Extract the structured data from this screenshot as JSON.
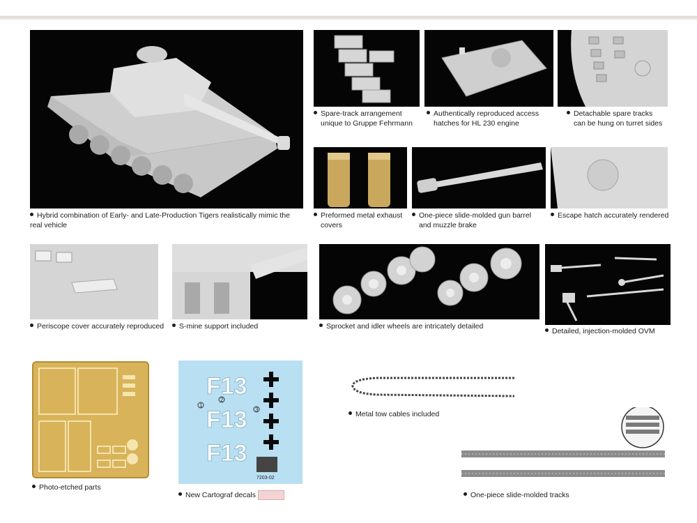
{
  "colors": {
    "panel_bg": "#050505",
    "model_grey": "#d9d9d9",
    "brass": "#d8b35a",
    "decal_bg": "#b9dff2"
  },
  "captions": {
    "main_tiger": [
      "Hybrid combination of Early- and Late-Production Tigers realistically mimic the",
      "real vehicle"
    ],
    "spare_track": [
      "Spare-track arrangement",
      "unique to Gruppe Fehrmann"
    ],
    "access_hatches": [
      "Authentically reproduced access",
      "hatches for HL 230 engine"
    ],
    "detachable_tracks": [
      "Detachable spare tracks",
      "can be hung on turret sides"
    ],
    "exhaust_covers": [
      "Preformed metal exhaust",
      "covers"
    ],
    "gun_barrel": [
      "One-piece slide-molded gun barrel",
      "and muzzle brake"
    ],
    "escape_hatch": [
      "Escape hatch accurately rendered"
    ],
    "periscope": [
      "Periscope cover accurately reproduced"
    ],
    "smine": [
      "S-mine support included"
    ],
    "wheels": [
      "Sprocket and idler wheels are intricately detailed"
    ],
    "ovm": [
      "Detailed, injection-molded OVM"
    ],
    "photo_etched": [
      "Photo-etched parts"
    ],
    "decals": [
      "New Cartograf decals"
    ],
    "tow_cables": [
      "Metal tow cables included"
    ],
    "tracks": [
      "One-piece slide-molded tracks"
    ]
  },
  "decal_sheet": {
    "markings": [
      "F13",
      "F13",
      "F13"
    ],
    "numbers": [
      "1",
      "2",
      "3"
    ],
    "code": "7203-02"
  }
}
